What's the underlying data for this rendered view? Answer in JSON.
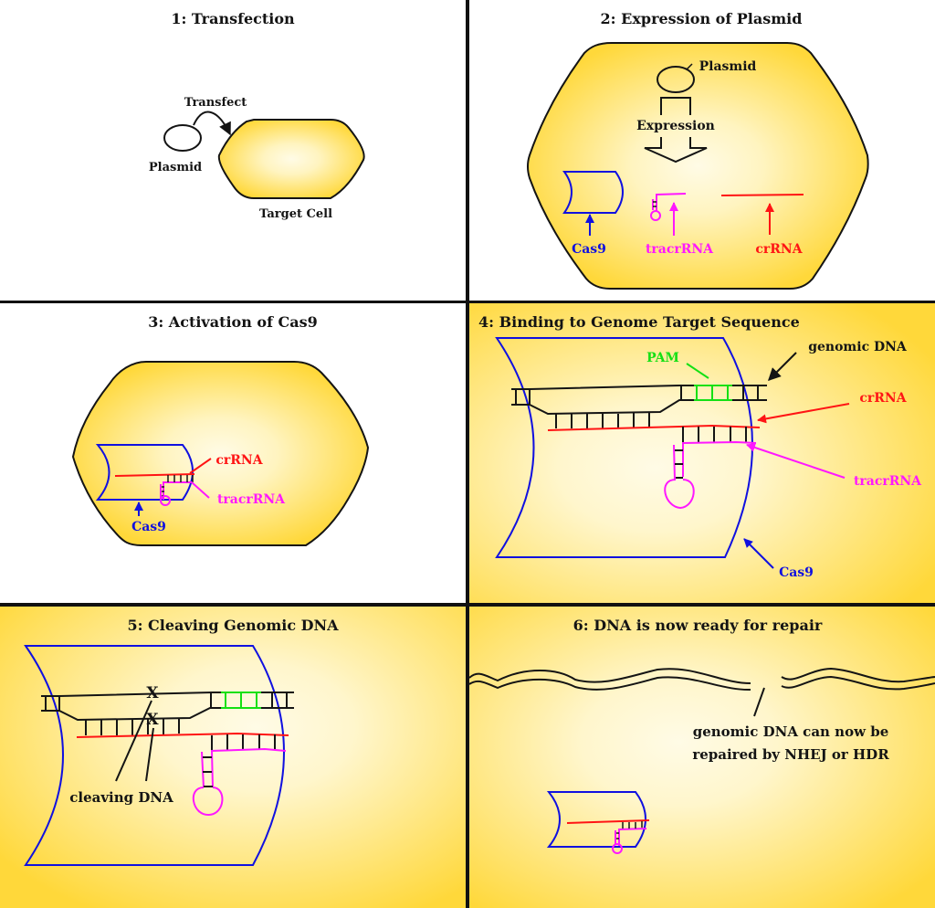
{
  "colors": {
    "cell_edge": "#ffd83a",
    "cell_center": "#fffbe6",
    "outline": "#141414",
    "cas9": "#1010e0",
    "tracrRNA": "#ff18ff",
    "crRNA": "#ff1414",
    "pam": "#14e014",
    "panel_divider": "#111111",
    "white": "#ffffff"
  },
  "panels": [
    {
      "id": 1,
      "title": "1: Transfection",
      "background": "white",
      "labels": {
        "transfect": "Transfect",
        "plasmid": "Plasmid",
        "target_cell": "Target Cell"
      }
    },
    {
      "id": 2,
      "title": "2: Expression of Plasmid",
      "background": "white",
      "labels": {
        "plasmid": "Plasmid",
        "expression": "Expression",
        "cas9": "Cas9",
        "tracrRNA": "tracrRNA",
        "crRNA": "crRNA"
      }
    },
    {
      "id": 3,
      "title": "3: Activation of Cas9",
      "background": "white",
      "labels": {
        "crRNA": "crRNA",
        "tracrRNA": "tracrRNA",
        "cas9": "Cas9"
      }
    },
    {
      "id": 4,
      "title": "4: Binding to Genome Target Sequence",
      "background": "yellow-gradient",
      "labels": {
        "pam": "PAM",
        "genomic_dna": "genomic DNA",
        "crRNA": "crRNA",
        "tracrRNA": "tracrRNA",
        "cas9": "Cas9"
      }
    },
    {
      "id": 5,
      "title": "5: Cleaving Genomic DNA",
      "background": "yellow-gradient",
      "labels": {
        "cleaving_dna": "cleaving DNA",
        "cut_mark": "X"
      }
    },
    {
      "id": 6,
      "title": "6: DNA is now ready for repair",
      "background": "yellow-gradient",
      "labels": {
        "repair_line1": "genomic DNA can now be",
        "repair_line2": "repaired by NHEJ or HDR"
      }
    }
  ]
}
